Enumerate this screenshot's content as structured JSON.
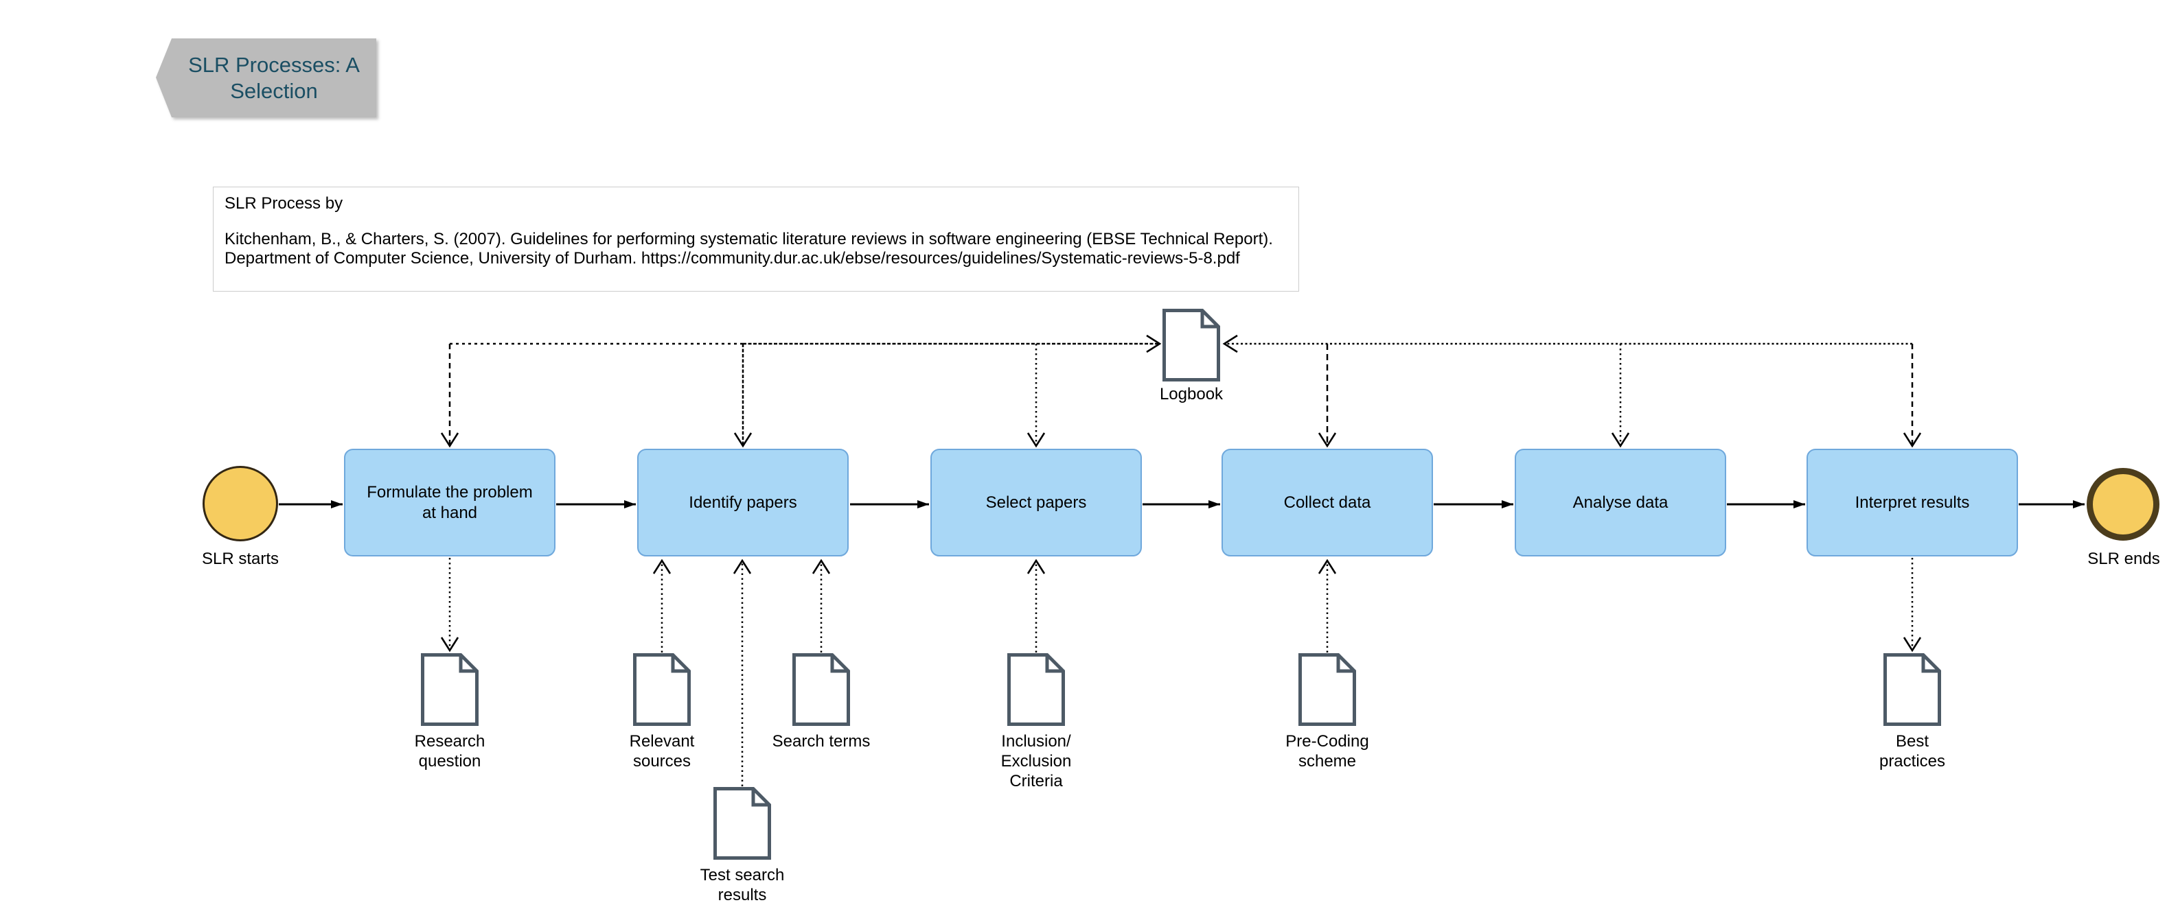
{
  "title_banner": {
    "label": "SLR Processes: A\nSelection"
  },
  "citation_box": {
    "heading": "SLR Process by",
    "body": "Kitchenham, B., & Charters, S. (2007). Guidelines for performing systematic literature reviews in software engineering (EBSE Technical Report). Department of Computer Science, University of Durham. https://community.dur.ac.uk/ebse/resources/guidelines/Systematic-reviews-5-8.pdf"
  },
  "events": {
    "start": {
      "label": "SLR starts"
    },
    "end": {
      "label": "SLR ends"
    }
  },
  "processes": [
    {
      "label": "Formulate the problem\nat hand"
    },
    {
      "label": "Identify papers"
    },
    {
      "label": "Select papers"
    },
    {
      "label": "Collect data"
    },
    {
      "label": "Analyse data"
    },
    {
      "label": "Interpret results"
    }
  ],
  "documents": [
    {
      "label": "Logbook"
    },
    {
      "label": "Research\nquestion"
    },
    {
      "label": "Relevant\nsources"
    },
    {
      "label": "Search terms"
    },
    {
      "label": "Test search\nresults"
    },
    {
      "label": "Inclusion/\nExclusion\nCriteria"
    },
    {
      "label": "Pre-Coding\nscheme"
    },
    {
      "label": "Best\npractices"
    }
  ],
  "colors": {
    "process_fill": "#A9D7F6",
    "process_stroke": "#6FA8DC",
    "event_fill": "#F6CC5F",
    "start_stroke": "#332713",
    "end_stroke": "#4C3D1C",
    "banner_fill": "#BBBBBB",
    "banner_text": "#1A4E63",
    "document_stroke": "#4D5A66",
    "connector": "#000000"
  }
}
